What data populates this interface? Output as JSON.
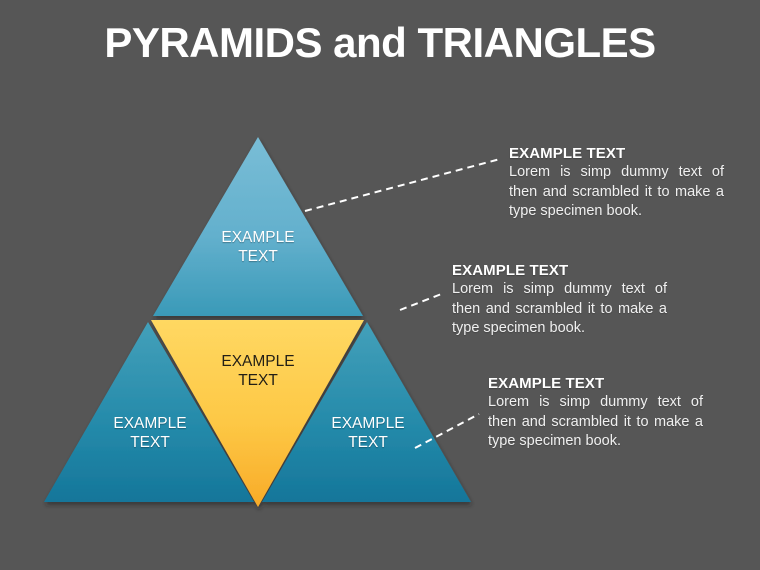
{
  "slide": {
    "title": "PYRAMIDS and TRIANGLES",
    "background_color": "#565656"
  },
  "colors": {
    "background": "#565656",
    "blue_light": "#6cb6d2",
    "blue_dark": "#2f90b0",
    "teal_light": "#3b9cb8",
    "teal_dark": "#16769a",
    "yellow_light": "#ffd659",
    "yellow_dark": "#f9ad2a",
    "label_light": "#ffffff",
    "label_dark": "#231f16",
    "connector": "#ffffff"
  },
  "diagram": {
    "shapes": [
      {
        "id": "top",
        "label": "EXAMPLE\nTEXT",
        "color": "#6cb6d2"
      },
      {
        "id": "center",
        "label": "EXAMPLE\nTEXT",
        "color": "#ffd659"
      },
      {
        "id": "left",
        "label": "EXAMPLE\nTEXT",
        "color": "#2d8fae"
      },
      {
        "id": "right",
        "label": "EXAMPLE\nTEXT",
        "color": "#2d8fae"
      }
    ]
  },
  "callouts": [
    {
      "title": "EXAMPLE TEXT",
      "body": "Lorem is simp dummy text of then and scrambled it to make a type specimen book."
    },
    {
      "title": "EXAMPLE TEXT",
      "body": "Lorem is simp dummy text of then and scrambled it to make a type specimen book."
    },
    {
      "title": "EXAMPLE TEXT",
      "body": "Lorem is simp dummy text of then and scrambled it to make a type specimen book."
    }
  ]
}
